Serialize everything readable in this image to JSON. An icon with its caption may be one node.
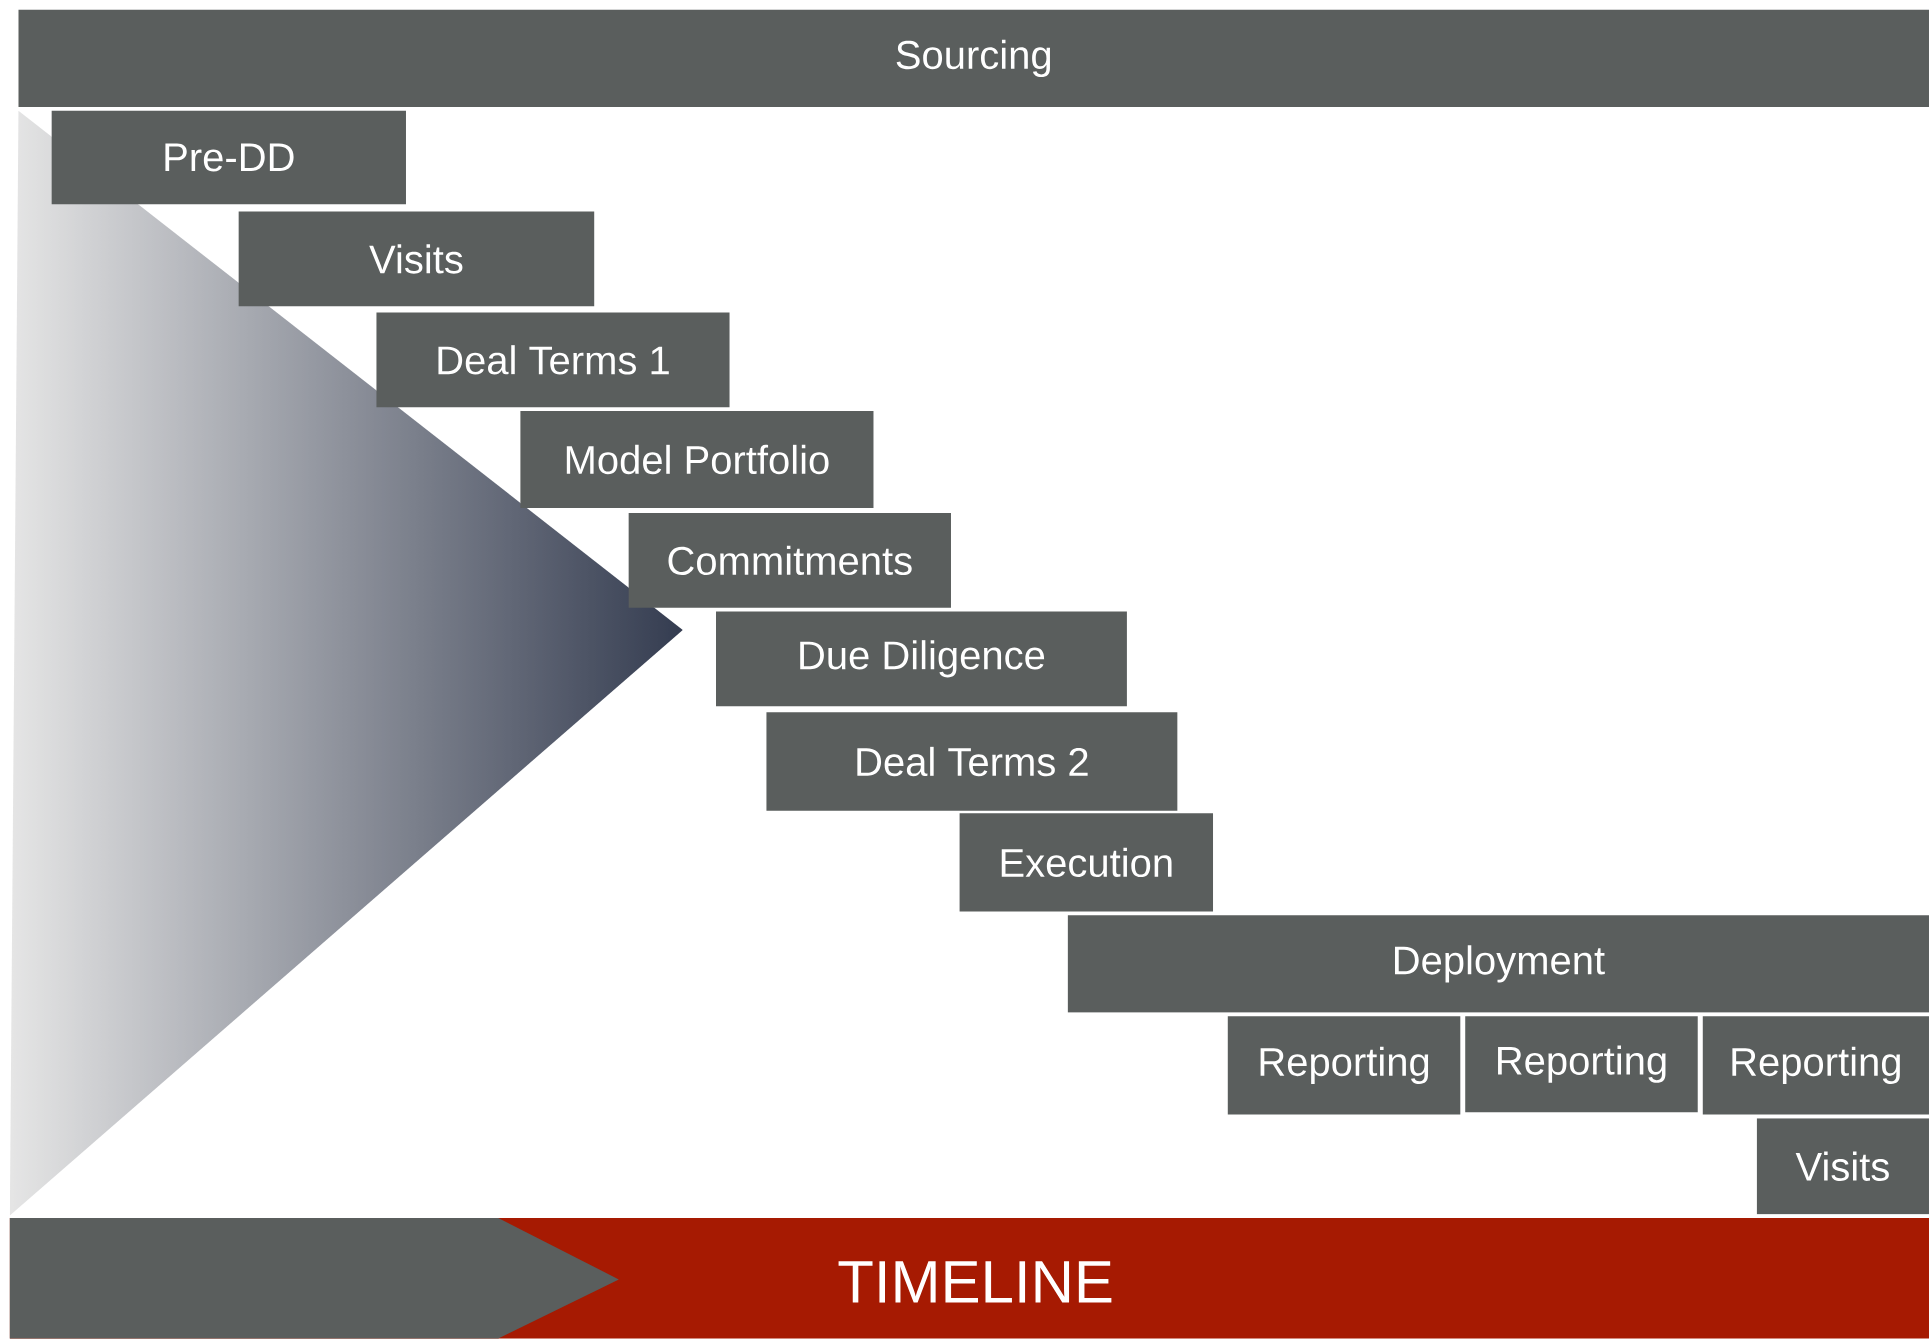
{
  "diagram": {
    "nodes": [
      {
        "text": [
          "Sourcing"
        ]
      },
      {
        "text": [
          "Pre-DD"
        ]
      },
      {
        "text": [
          "Visits"
        ]
      },
      {
        "text": [
          "Deal Terms 1"
        ]
      },
      {
        "text": [
          "Model Portfolio"
        ]
      },
      {
        "text": [
          "Commitments"
        ]
      },
      {
        "text": [
          "Due Diligence"
        ]
      },
      {
        "text": [
          "Deal Terms 2"
        ]
      },
      {
        "text": [
          "Execution"
        ]
      },
      {
        "text": [
          "Deployment"
        ]
      },
      {
        "text": [
          "Reporting"
        ]
      },
      {
        "text": [
          "Reporting"
        ]
      },
      {
        "text": [
          "Reporting"
        ]
      },
      {
        "text": [
          "Visits"
        ]
      },
      {
        "text": [
          "TIMELINE"
        ]
      }
    ]
  }
}
